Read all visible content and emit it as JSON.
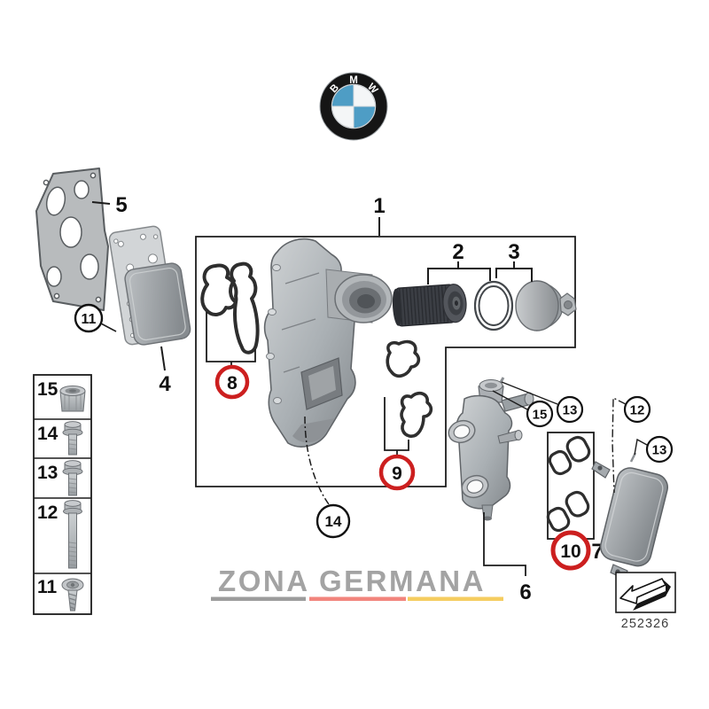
{
  "logo": {
    "letters": [
      "B",
      "M",
      "W"
    ],
    "blue": "#4e9dc5",
    "ring": "#151515"
  },
  "callout_labels": {
    "p1": "1",
    "p2": "2",
    "p3": "3",
    "p4": "4",
    "p5": "5",
    "p6": "6",
    "p7": "7",
    "p8": "8",
    "p9": "9",
    "p10": "10",
    "p11": "11",
    "p12": "12",
    "p13": "13",
    "p14": "14",
    "p15": "15"
  },
  "fastener_table": {
    "rows": [
      {
        "n": "15",
        "part": "flanged-cap-nut-icon"
      },
      {
        "n": "14",
        "part": "hex-bolt-short-icon"
      },
      {
        "n": "13",
        "part": "hex-flange-bolt-icon"
      },
      {
        "n": "12",
        "part": "hex-bolt-long-icon"
      },
      {
        "n": "11",
        "part": "pan-head-screw-icon"
      }
    ]
  },
  "watermark": {
    "text": "ZONA GERMANA",
    "text_color": "#a3a3a3",
    "underline_colors": [
      "#9c9c9c",
      "#f2857d",
      "#f5cd60"
    ]
  },
  "reference": {
    "code": "252326",
    "icon": "fold-arrow-left"
  },
  "colors": {
    "highlight_red": "#cc1f1f",
    "line": "#1c1c1c",
    "metal_light": "#cdd0d2",
    "metal_mid": "#9aa0a4",
    "metal_dark": "#46484e"
  }
}
